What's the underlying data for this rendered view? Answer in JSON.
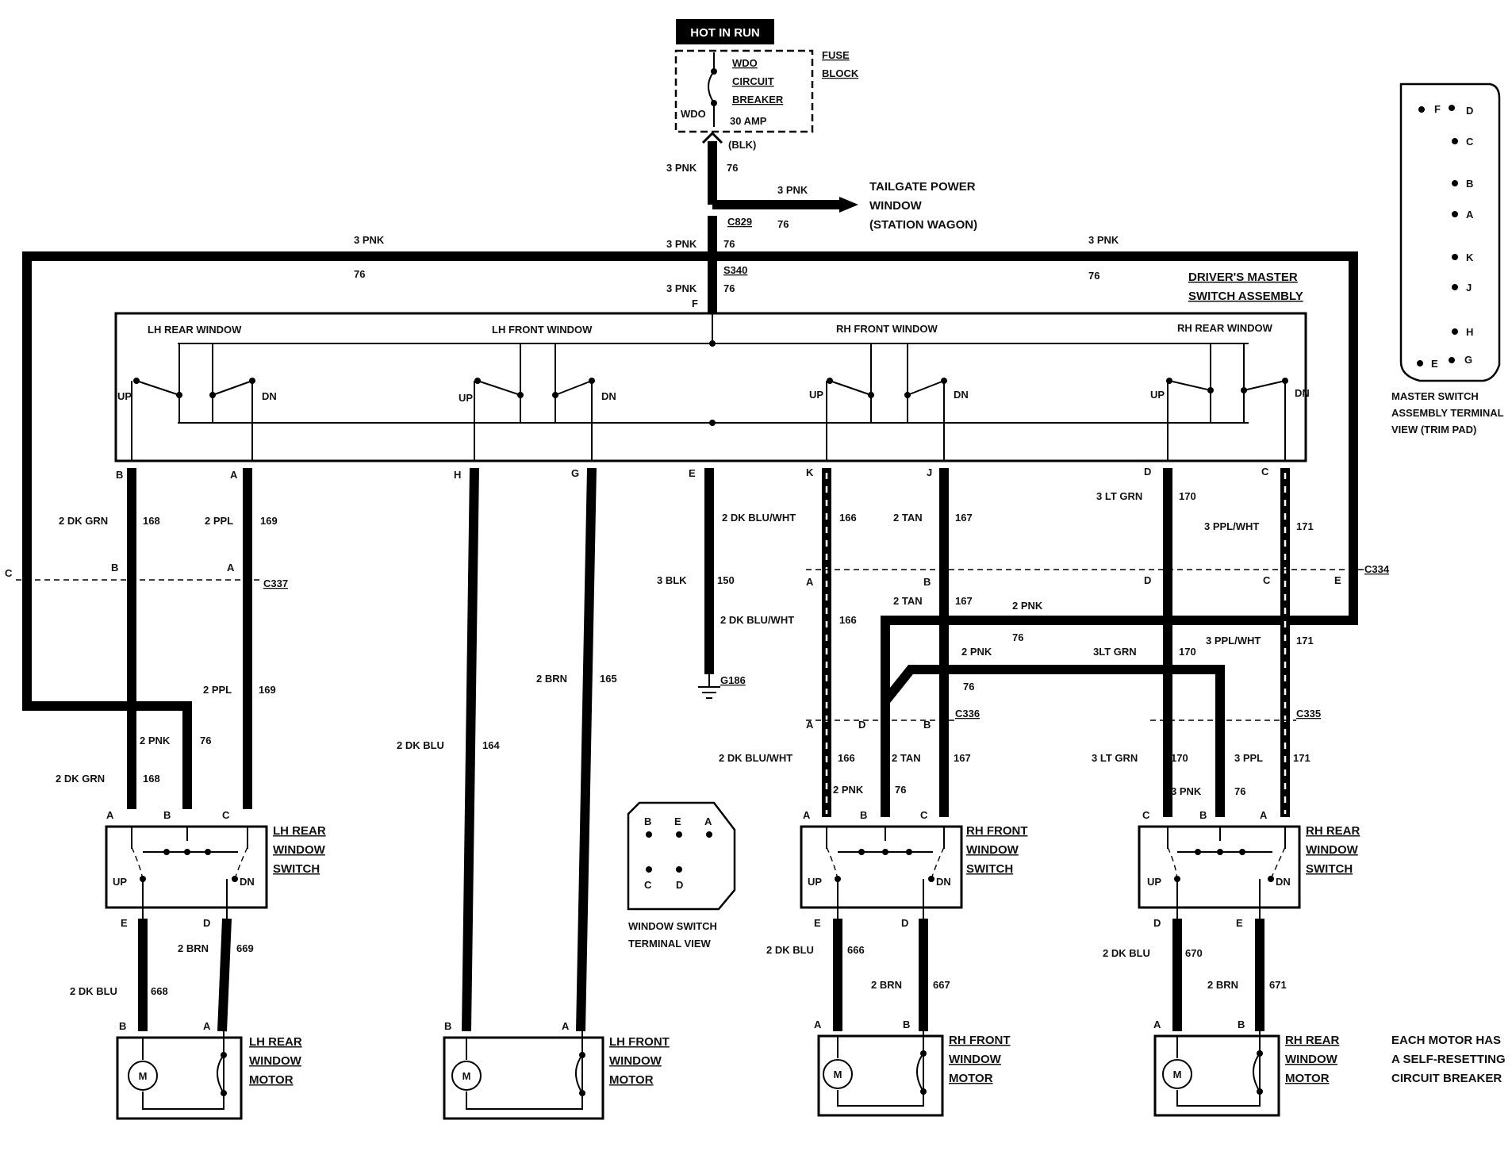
{
  "power": {
    "hot_in_run": "HOT IN RUN",
    "fuse_block": [
      "FUSE",
      "BLOCK"
    ],
    "breaker": [
      "WDO",
      "CIRCUIT",
      "BREAKER"
    ],
    "breaker_term": "WDO",
    "breaker_amp": "30 AMP",
    "blk": "(BLK)",
    "tailgate": [
      "TAILGATE POWER",
      "WINDOW",
      "(STATION WAGON)"
    ]
  },
  "connectors": {
    "c829": "C829",
    "s340": "S340",
    "c337": "C337",
    "c334": "C334",
    "c336": "C336",
    "c335": "C335",
    "g186": "G186"
  },
  "master": {
    "title": [
      "DRIVER'S MASTER",
      "SWITCH ASSEMBLY"
    ],
    "sections": [
      "LH REAR WINDOW",
      "LH FRONT WINDOW",
      "RH FRONT WINDOW",
      "RH REAR WINDOW"
    ],
    "up": "UP",
    "dn": "DN",
    "terminals": [
      "B",
      "A",
      "H",
      "G",
      "E",
      "K",
      "J",
      "D",
      "C"
    ],
    "feed_terminal": "F"
  },
  "wire_labels": {
    "pnk3": "3 PNK",
    "c76": "76",
    "dkgrn2": "2 DK GRN",
    "c168": "168",
    "ppl2": "2 PPL",
    "c169": "169",
    "dkblu2": "2 DK BLU",
    "c164": "164",
    "brn2": "2 BRN",
    "c165": "165",
    "blk3": "3 BLK",
    "c150": "150",
    "dkbluwht2": "2 DK BLU/WHT",
    "c166": "166",
    "tan2": "2 TAN",
    "c167": "167",
    "ltgrn3": "3 LT GRN",
    "ltgrn3b": "3LT GRN",
    "c170": "170",
    "pplwht3": "3 PPL/WHT",
    "c171": "171",
    "pnk2": "2 PNK",
    "ppl3": "3 PPL",
    "c669": "669",
    "c668": "668",
    "c666": "666",
    "c667": "667",
    "c670": "670",
    "c671": "671"
  },
  "pins": {
    "A": "A",
    "B": "B",
    "C": "C",
    "D": "D",
    "E": "E"
  },
  "switches": {
    "lh_rear": [
      "LH REAR",
      "WINDOW",
      "SWITCH"
    ],
    "rh_front": [
      "RH FRONT",
      "WINDOW",
      "SWITCH"
    ],
    "rh_rear": [
      "RH REAR",
      "WINDOW",
      "SWITCH"
    ]
  },
  "motors": {
    "lh_rear": [
      "LH REAR",
      "WINDOW",
      "MOTOR"
    ],
    "lh_front": [
      "LH FRONT",
      "WINDOW",
      "MOTOR"
    ],
    "rh_front": [
      "RH FRONT",
      "WINDOW",
      "MOTOR"
    ],
    "rh_rear": [
      "RH REAR",
      "WINDOW",
      "MOTOR"
    ],
    "m": "M"
  },
  "terminal_view": {
    "caption": [
      "WINDOW SWITCH",
      "TERMINAL VIEW"
    ],
    "pins": [
      "B",
      "E",
      "A",
      "C",
      "D"
    ]
  },
  "master_view": {
    "caption": [
      "MASTER SWITCH",
      "ASSEMBLY TERMINAL",
      "VIEW (TRIM PAD)"
    ],
    "pins": [
      "F",
      "D",
      "C",
      "B",
      "A",
      "K",
      "J",
      "H",
      "E",
      "G"
    ]
  },
  "note": [
    "EACH MOTOR HAS",
    "A SELF-RESETTING",
    "CIRCUIT BREAKER"
  ]
}
